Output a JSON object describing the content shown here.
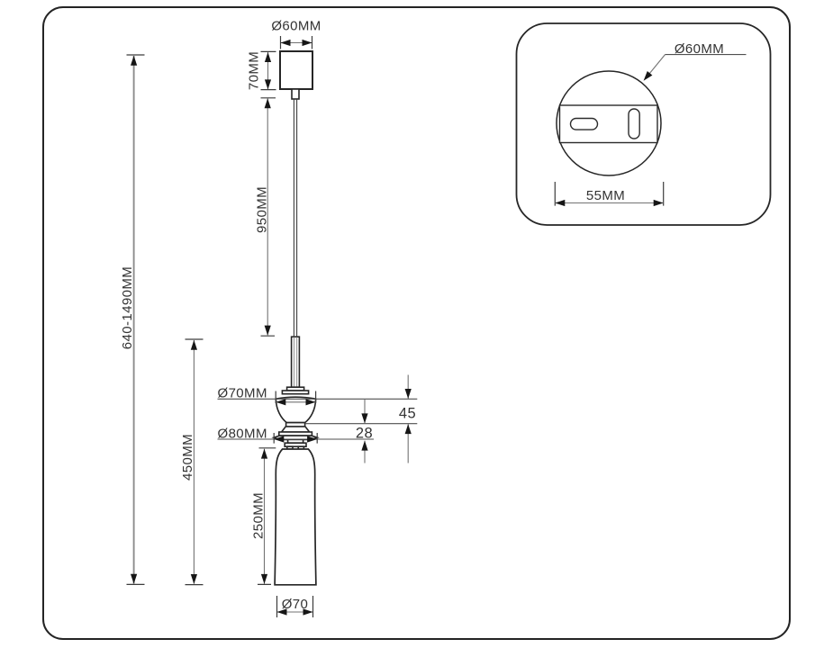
{
  "drawing": {
    "units": "MM",
    "labels": {
      "canopy_diameter": "Ø60MM",
      "canopy_height": "70MM",
      "cable_length": "950MM",
      "overall_height_range": "640-1490MM",
      "fixture_height": "450MM",
      "holder_diameter": "Ø70MM",
      "holder_height": "45",
      "coupler_diameter": "Ø80MM",
      "coupler_height": "28",
      "shade_height": "250MM",
      "shade_bottom_diameter": "Ø70"
    },
    "values": {
      "canopy_diameter_mm": 60,
      "canopy_height_mm": 70,
      "cable_length_mm": 950,
      "overall_height_min_mm": 640,
      "overall_height_max_mm": 1490,
      "fixture_height_mm": 450,
      "holder_diameter_mm": 70,
      "holder_height_mm": 45,
      "coupler_diameter_mm": 80,
      "coupler_height_mm": 28,
      "shade_height_mm": 250,
      "shade_bottom_diameter_mm": 70
    },
    "inset": {
      "plate_diameter": "Ø60MM",
      "plate_mount_width": "55MM",
      "plate_diameter_mm": 60,
      "plate_mount_width_mm": 55
    }
  }
}
